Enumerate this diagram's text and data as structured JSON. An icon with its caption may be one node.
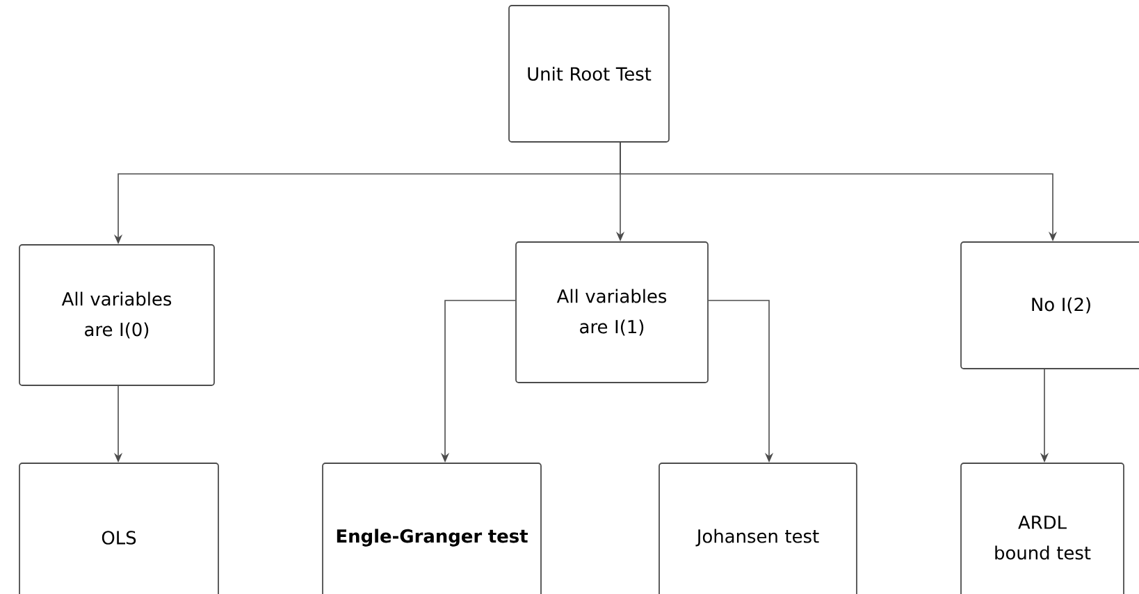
{
  "diagram": {
    "nodes": [
      {
        "text": [
          "Unit Root Test"
        ]
      },
      {
        "text": [
          "All variables are I(0)"
        ]
      },
      {
        "text": [
          "All variables are I(1)"
        ]
      },
      {
        "text": [
          "No I(2)"
        ]
      },
      {
        "text": [
          "OLS"
        ]
      },
      {
        "text": [
          "Engle-Granger test"
        ]
      },
      {
        "text": [
          "Johansen test"
        ]
      },
      {
        "text": [
          "ARDL bound test"
        ]
      }
    ],
    "edges": [
      {
        "from": 0,
        "to": 1,
        "arrow": "to"
      },
      {
        "from": 0,
        "to": 2,
        "arrow": "to"
      },
      {
        "from": 0,
        "to": 3,
        "arrow": "to"
      },
      {
        "from": 1,
        "to": 4,
        "arrow": "to"
      },
      {
        "from": 2,
        "to": 5,
        "arrow": "to"
      },
      {
        "from": 2,
        "to": 6,
        "arrow": "to"
      },
      {
        "from": 3,
        "to": 7,
        "arrow": "to"
      }
    ]
  }
}
